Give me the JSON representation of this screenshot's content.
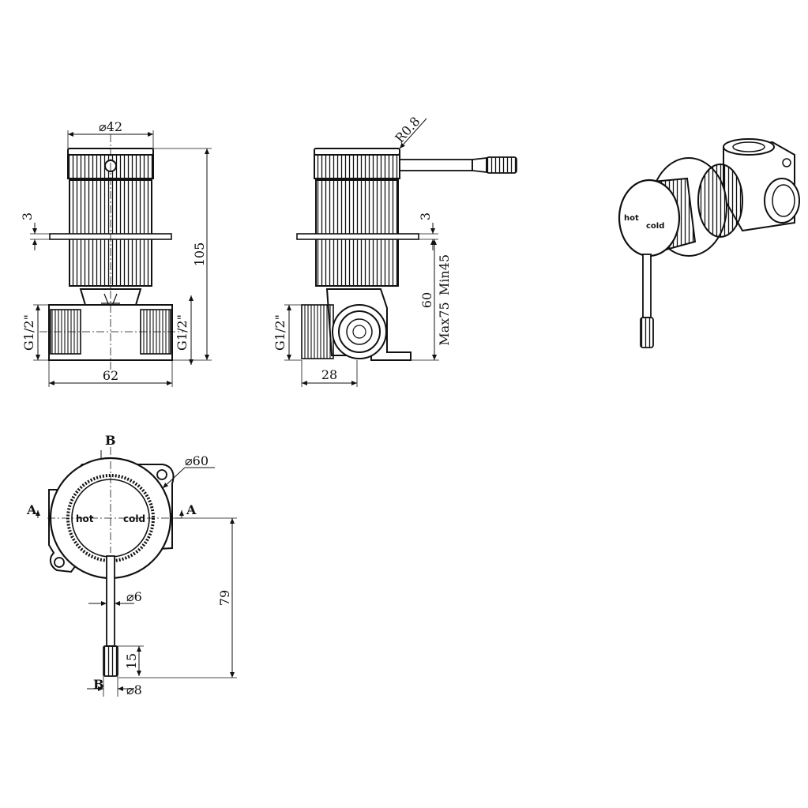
{
  "front_view": {
    "diameter_top": "⌀42",
    "height": "105",
    "flange_offset": "3",
    "thread_left": "G1/2\"",
    "thread_right": "G1/2\"",
    "width": "62"
  },
  "side_view": {
    "radius": "R0.8",
    "flange_offset": "3",
    "min_depth": "Min45",
    "depth": "60",
    "max_depth": "Max75",
    "thread": "G1/2\"",
    "width": "28"
  },
  "plan_view": {
    "section_b_top": "B",
    "section_b_bottom": "B",
    "section_a_left": "A",
    "section_a_right": "A",
    "plate_diameter": "⌀60",
    "hot_label": "hot",
    "cold_label": "cold",
    "lever_diameter": "⌀6",
    "lever_length": "79",
    "grip_length": "15",
    "grip_diameter": "⌀8"
  },
  "iso_view": {
    "hot_label": "hot",
    "cold_label": "cold"
  }
}
